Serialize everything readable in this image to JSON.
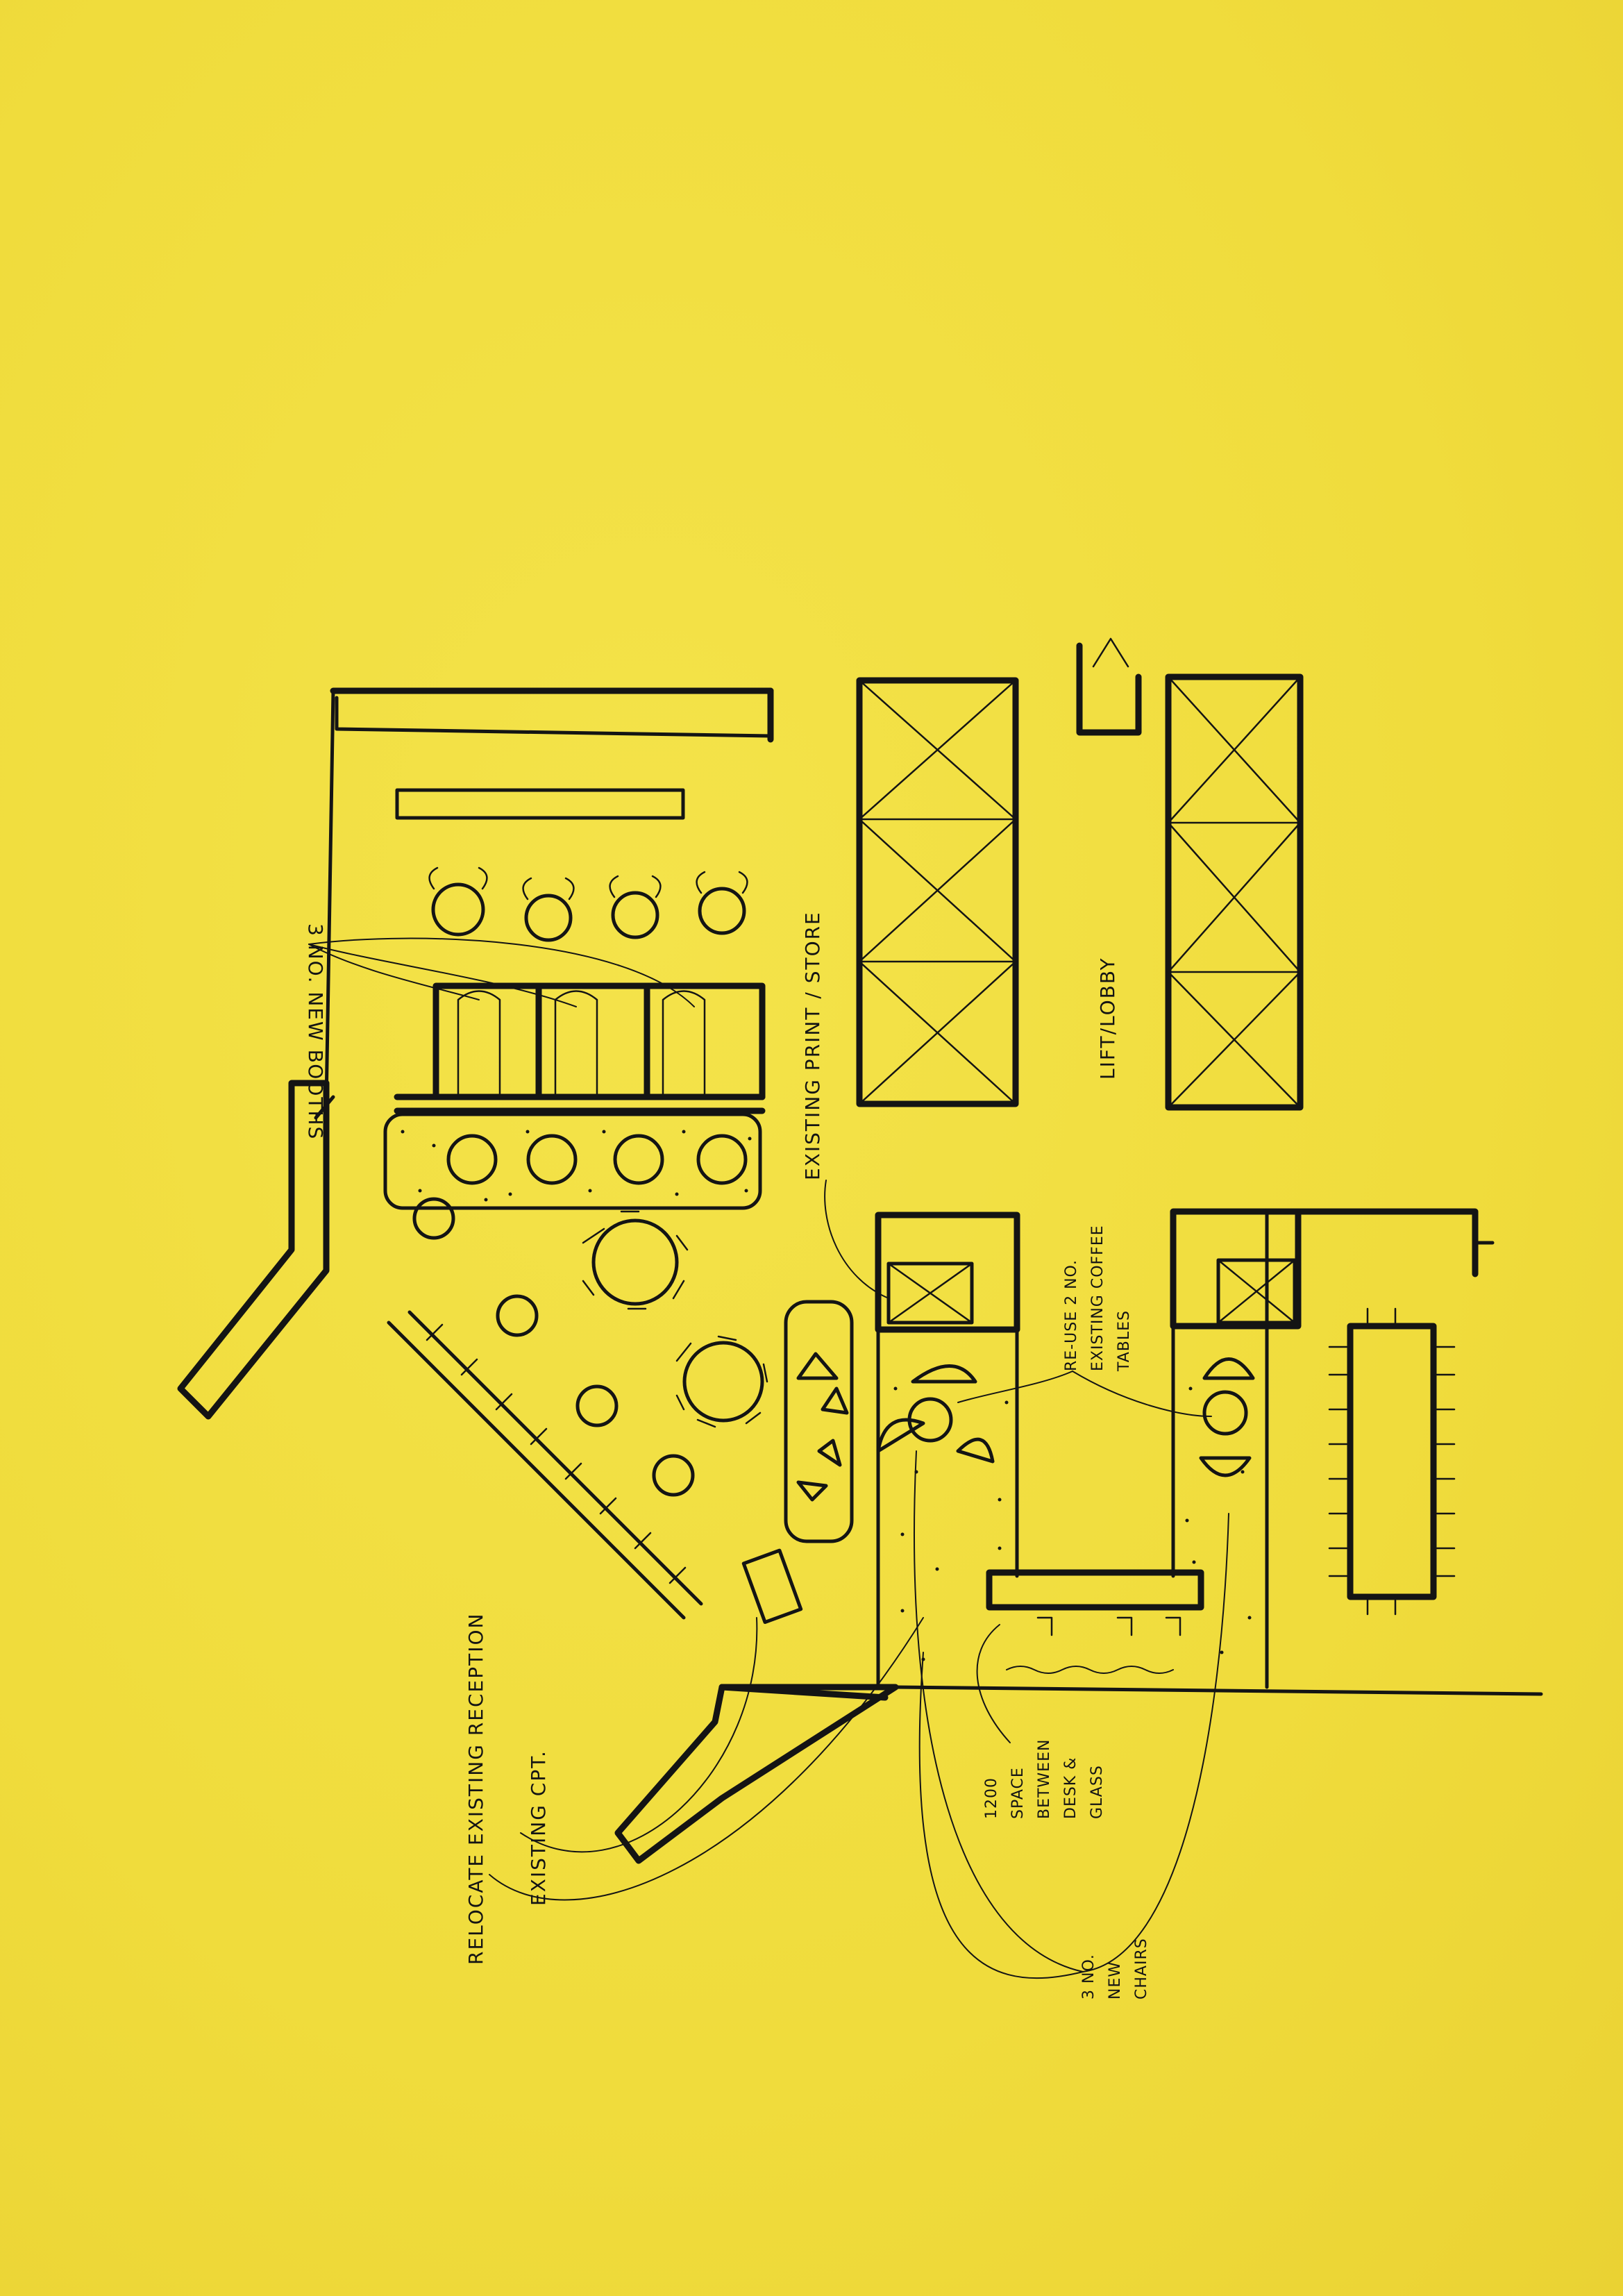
{
  "sheet": {
    "background_color": "#f1df3f",
    "ink_color": "#141414"
  },
  "labels": {
    "new_booths": "3 NO. NEW BOOTHS",
    "existing_print_store": "EXISTING PRINT / STORE",
    "lift_lobby": "LIFT/LOBBY",
    "reuse_coffee_tables": [
      "RE-USE 2 NO.",
      "EXISTING COFFEE",
      "TABLES"
    ],
    "space_between": [
      "1200",
      "SPACE",
      "BETWEEN",
      "DESK &",
      "GLASS"
    ],
    "relocate_reception": "RELOCATE EXISTING RECEPTION",
    "existing_cpt": "EXISTING CPT.",
    "new_chairs": [
      "3 NO.",
      "NEW",
      "CHAIRS"
    ]
  }
}
